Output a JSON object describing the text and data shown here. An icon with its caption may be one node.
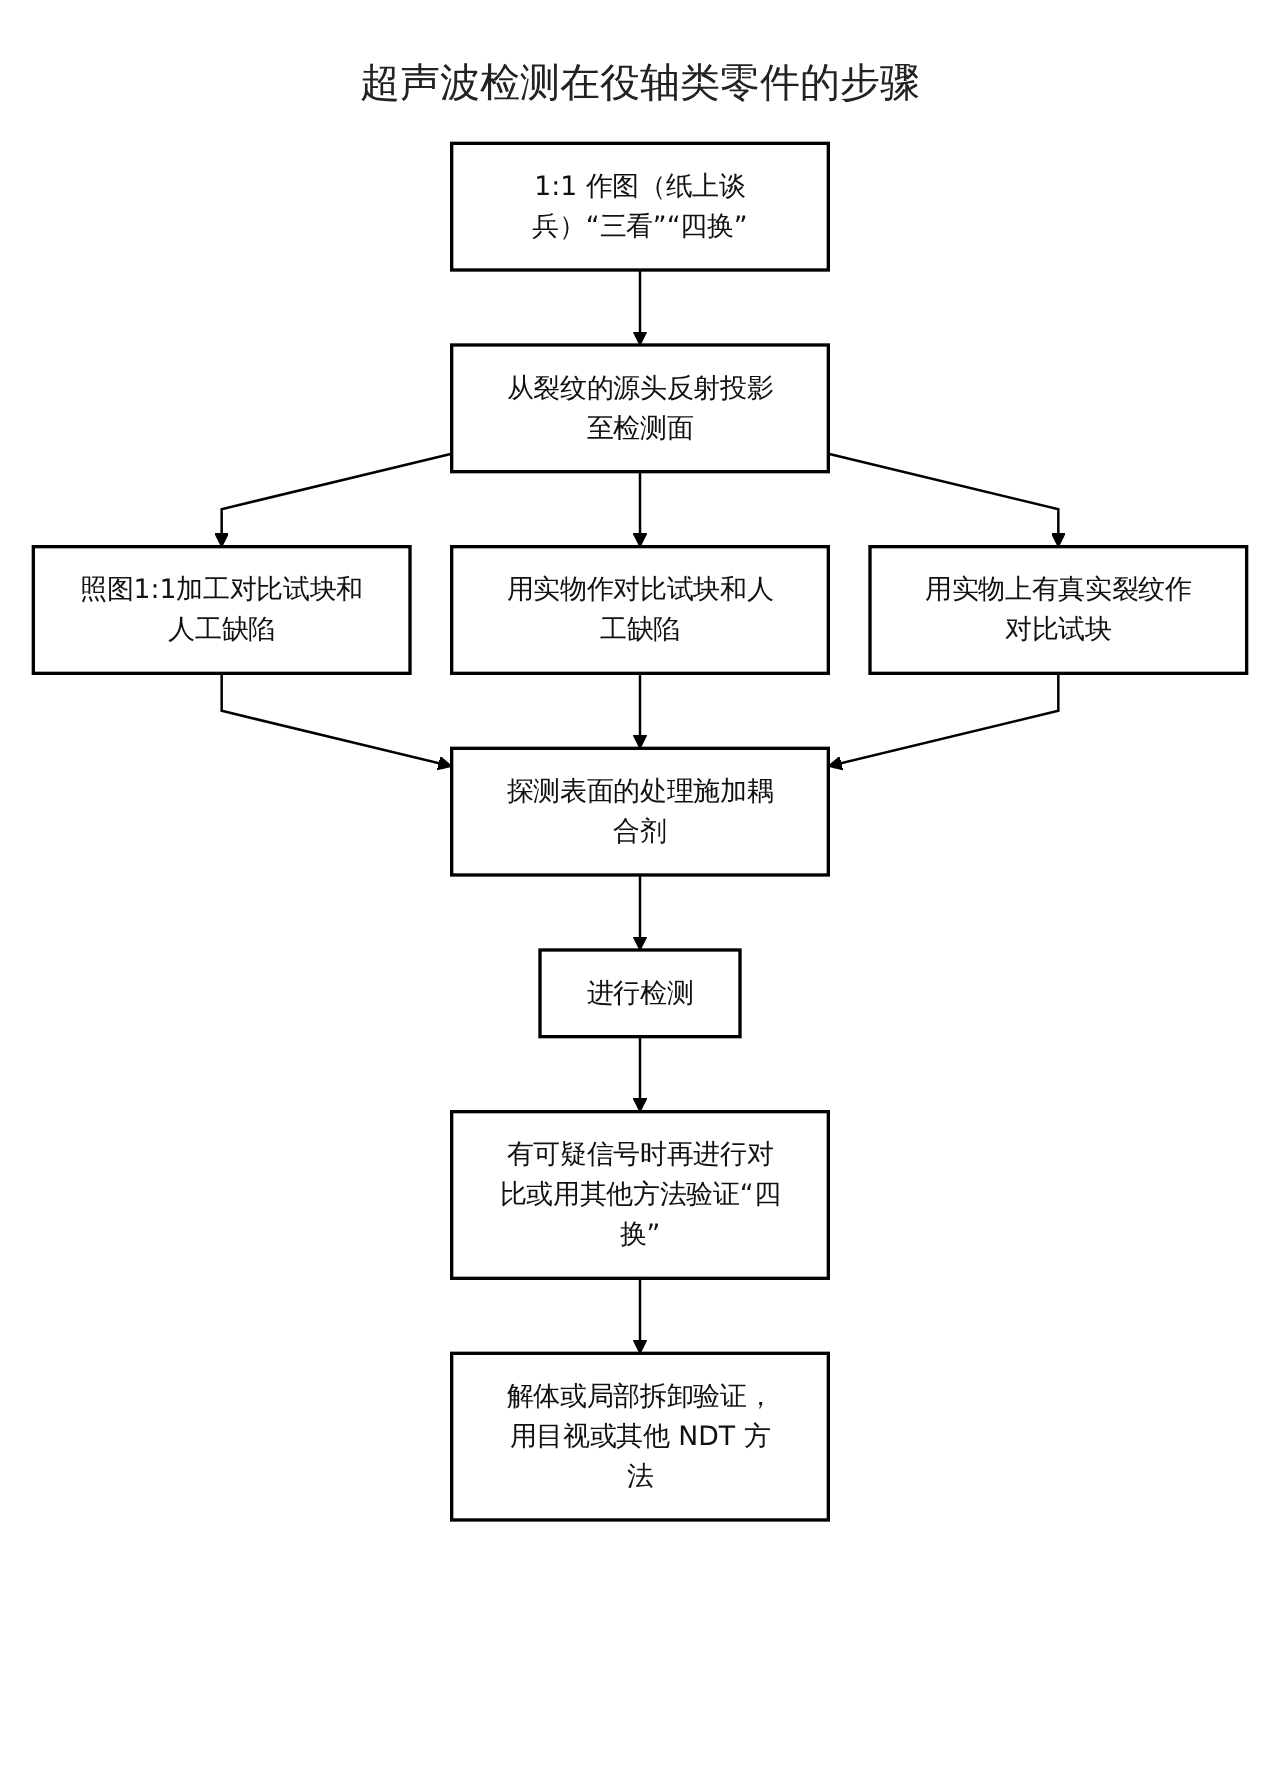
{
  "diagram": {
    "title": "超声波检测在役轴类零件的步骤",
    "nodes": [
      {
        "text": [
          "1:1 作图（纸上谈兵）“三看”“四换”"
        ]
      },
      {
        "text": [
          "从裂纹的源头反射投影至检测面"
        ]
      },
      {
        "text": [
          "照图1:1加工对比试块和人工缺陷"
        ]
      },
      {
        "text": [
          "用实物作对比试块和人工缺陷"
        ]
      },
      {
        "text": [
          "用实物上有真实裂纹作对比试块"
        ]
      },
      {
        "text": [
          "探测表面的处理施加耦合剂"
        ]
      },
      {
        "text": [
          "进行检测"
        ]
      },
      {
        "text": [
          "有可疑信号时再进行对比或用其他方法验证“四换”"
        ]
      },
      {
        "text": [
          "解体或局部拆卸验证，用目视或其他 NDT 方法"
        ]
      }
    ],
    "edges": [
      {
        "from": 0,
        "to": 1,
        "arrow": "to"
      },
      {
        "from": 1,
        "to": 2,
        "arrow": "to"
      },
      {
        "from": 1,
        "to": 3,
        "arrow": "to"
      },
      {
        "from": 1,
        "to": 4,
        "arrow": "to"
      },
      {
        "from": 2,
        "to": 5,
        "arrow": "to"
      },
      {
        "from": 3,
        "to": 5,
        "arrow": "to"
      },
      {
        "from": 4,
        "to": 5,
        "arrow": "to"
      },
      {
        "from": 5,
        "to": 6,
        "arrow": "to"
      },
      {
        "from": 6,
        "to": 7,
        "arrow": "to"
      },
      {
        "from": 7,
        "to": 8,
        "arrow": "to"
      }
    ]
  }
}
